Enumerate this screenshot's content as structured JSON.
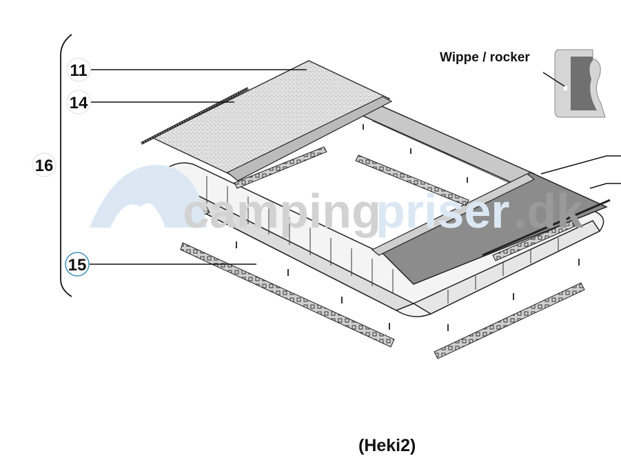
{
  "callouts": [
    {
      "number": "11"
    },
    {
      "number": "14"
    },
    {
      "number": "16"
    },
    {
      "number": "15"
    }
  ],
  "inset": {
    "label": "Wippe / rocker"
  },
  "caption": "(Heki2)",
  "watermark": {
    "text_main": "camping",
    "text_accent": "priser",
    "text_end": ".dk"
  },
  "colors": {
    "watermark_gray": "#d6d6d6",
    "watermark_blue": "#dbe8f4",
    "callout_15_ring": "#3a8fb7"
  }
}
